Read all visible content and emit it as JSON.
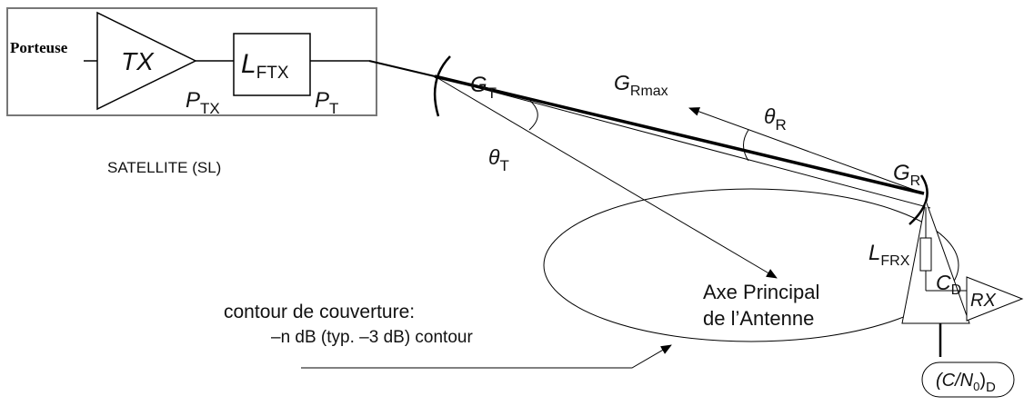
{
  "satellite": {
    "porteuse_label": "Porteuse",
    "tx_label": "TX",
    "ptx_main": "P",
    "ptx_sub": "TX",
    "lftx_main": "L",
    "lftx_sub": "FTX",
    "pt_main": "P",
    "pt_sub": "T",
    "caption": "SATELLITE (SL)"
  },
  "link": {
    "gt_main": "G",
    "gt_sub": "T",
    "theta_t_main": "θ",
    "theta_t_sub": "T",
    "grmax_main": "G",
    "grmax_sub": "Rmax",
    "theta_r_main": "θ",
    "theta_r_sub": "R",
    "gr_main": "G",
    "gr_sub": "R"
  },
  "receiver": {
    "lfrx_main": "L",
    "lfrx_sub": "FRX",
    "cd_main": "C",
    "cd_sub": "D",
    "rx_label": "RX",
    "cn0_main": "(C/N",
    "cn0_sub0": "0",
    "cn0_paren": ")",
    "cn0_sub": "D"
  },
  "coverage": {
    "axis_line1": "Axe Principal",
    "axis_line2": "de l’Antenne",
    "contour_line1": "contour de couverture:",
    "contour_line2": "–n dB (typ. –3 dB) contour"
  }
}
